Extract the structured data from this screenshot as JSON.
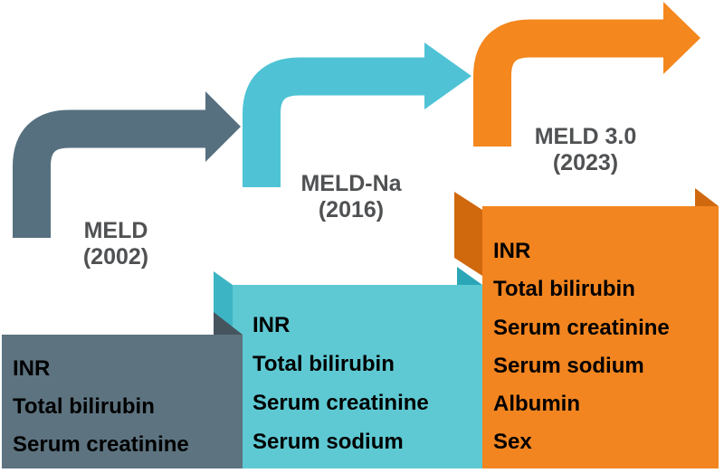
{
  "diagram": {
    "stages": [
      {
        "name": "MELD",
        "year": "(2002)",
        "items": [
          "INR",
          "Total bilirubin",
          "Serum creatinine"
        ]
      },
      {
        "name": "MELD-Na",
        "year": "(2016)",
        "items": [
          "INR",
          "Total bilirubin",
          "Serum creatinine",
          "Serum sodium"
        ]
      },
      {
        "name": "MELD 3.0",
        "year": "(2023)",
        "items": [
          "INR",
          "Total bilirubin",
          "Serum creatinine",
          "Serum sodium",
          "Albumin",
          "Sex"
        ]
      }
    ],
    "colors": {
      "slate_arrow": "#56707f",
      "slate_box": "#5d7380",
      "slate_dark": "#46545e",
      "teal_arrow": "#4fc3d5",
      "teal_box": "#5ec9d3",
      "teal_fold": "#3db4c3",
      "teal_dark": "#2ba6b7",
      "orange_arrow": "#f4871d",
      "orange_box": "#f28520",
      "orange_dark": "#d0680e",
      "label_text": "#4f5153",
      "item_text": "#000000"
    }
  }
}
